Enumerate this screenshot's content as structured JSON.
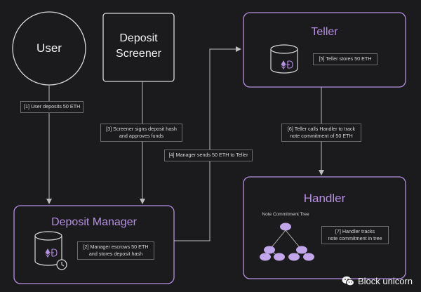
{
  "nodes": {
    "user": {
      "label": "User"
    },
    "screener": {
      "line1": "Deposit",
      "line2": "Screener"
    },
    "teller": {
      "title": "Teller",
      "note": "[5] Teller stores 50 ETH"
    },
    "manager": {
      "title": "Deposit Manager",
      "note_line1": "[2] Manager escrows 50 ETH",
      "note_line2": "and stores deposit hash"
    },
    "handler": {
      "title": "Handler",
      "tree_label": "Note Commitment Tree",
      "note_line1": "[7] Handler tracks",
      "note_line2": "note commitment in tree"
    }
  },
  "edges": {
    "step1": "[1] User deposits 50 ETH",
    "step3_line1": "[3] Screener signs deposit hash",
    "step3_line2": "and approves funds",
    "step4": "[4] Manager sends 50 ETH to Teller",
    "step6_line1": "[6] Teller calls Handler to track",
    "step6_line2": "note commitment of 50 ETH"
  },
  "watermark": {
    "text": "Block unicorn"
  },
  "colors": {
    "accent": "#b58fe0",
    "node_fill": "#c2a6ec",
    "line": "#bdbdbd",
    "background": "#1b1b1d"
  }
}
